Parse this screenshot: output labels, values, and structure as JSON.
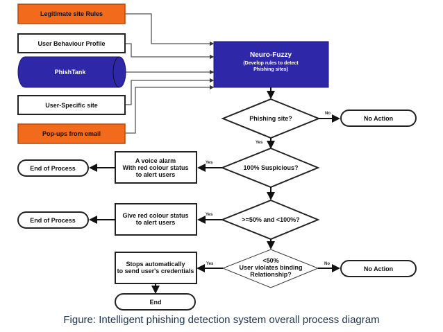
{
  "colors": {
    "orange": "#f26a1b",
    "blue": "#2e27a8",
    "caption": "#1f3550"
  },
  "inputs": {
    "legitimate": "Legitimate site Rules",
    "behaviour": "User Behaviour Profile",
    "phishtank": "PhishTank",
    "user_specific": "User-Specific site",
    "popups": "Pop-ups from email"
  },
  "neuro": {
    "title": "Neuro-Fuzzy",
    "line1": "(Develop rules to detect",
    "line2": "Phishing sites)"
  },
  "decisions": {
    "phishing": "Phishing site?",
    "suspicious": "100% Suspicious?",
    "range": ">=50% and <100%?",
    "binding_line1": "<50%",
    "binding_line2": "User violates binding",
    "binding_line3": "Relationship?"
  },
  "actions": {
    "alarm_line1": "A voice alarm",
    "alarm_line2": "With red colour status",
    "alarm_line3": "to alert users",
    "red_line1": "Give red colour status",
    "red_line2": "to alert users",
    "stops_line1": "Stops automatically",
    "stops_line2": "to send user's credentials"
  },
  "terminals": {
    "no_action_1": "No Action",
    "no_action_2": "No Action",
    "end_process_1": "End of Process",
    "end_process_2": "End of Process",
    "end": "End"
  },
  "edge_labels": {
    "no_1": "No",
    "yes_1": "Yes",
    "yes_2": "Yes",
    "yes_3": "Yes",
    "yes_4": "Yes",
    "no_2": "No"
  },
  "caption": "Figure: Intelligent phishing detection system overall process diagram"
}
